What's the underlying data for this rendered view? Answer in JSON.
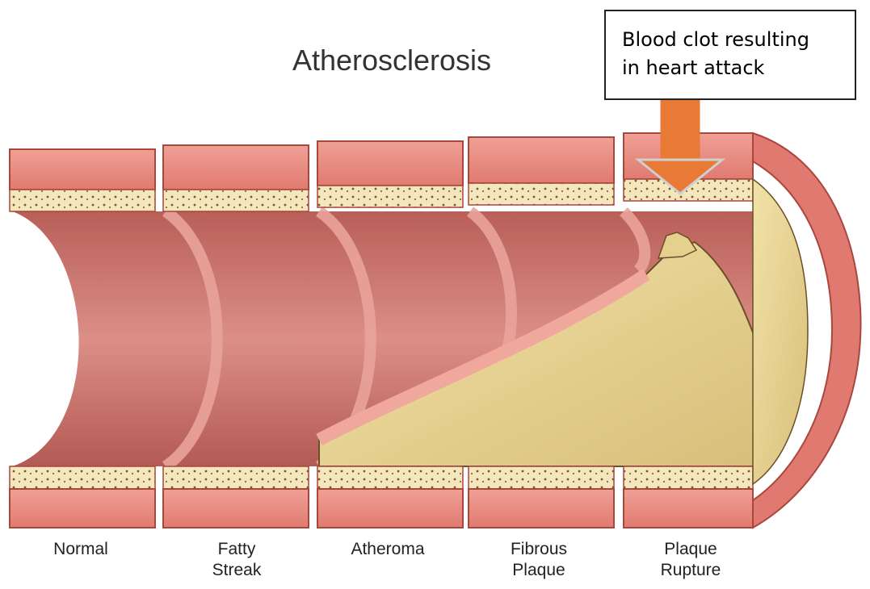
{
  "title": "Atherosclerosis",
  "callout": {
    "line1": "Blood clot resulting",
    "line2": "in heart attack"
  },
  "stages": [
    {
      "line1": "Normal",
      "line2": ""
    },
    {
      "line1": "Fatty",
      "line2": "Streak"
    },
    {
      "line1": "Atheroma",
      "line2": ""
    },
    {
      "line1": "Fibrous",
      "line2": "Plaque"
    },
    {
      "line1": "Plaque",
      "line2": "Rupture"
    }
  ],
  "colors": {
    "artery_wall": "#e8837a",
    "artery_lumen": "#c9706a",
    "fat_layer": "#f3e3b5",
    "plaque": "#e3cf8c",
    "arrow": "#e87a35"
  }
}
